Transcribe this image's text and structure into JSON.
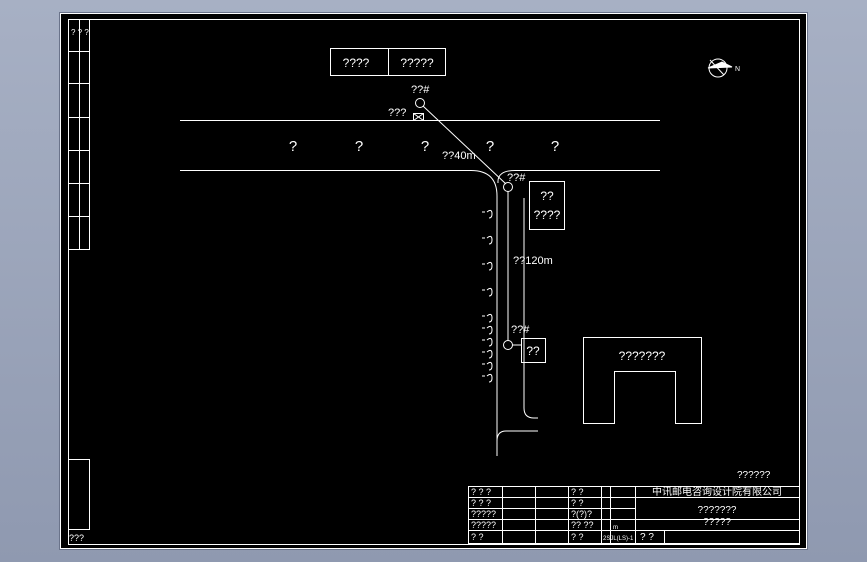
{
  "side_strip": {
    "top_text": "? ? ?",
    "bottom_label": "???"
  },
  "north_arrow": {
    "label": "N"
  },
  "top_boxes": [
    "????",
    "?????"
  ],
  "manhole_top": {
    "label": "??#"
  },
  "handhole": {
    "label": "???"
  },
  "road_chars": [
    "?",
    "?",
    "?",
    "?",
    "?"
  ],
  "span_top": {
    "label": "??40m"
  },
  "manhole_mid": {
    "label": "??#"
  },
  "building_small": {
    "line1": "??",
    "line2": "????"
  },
  "span_vertical": {
    "label": "??120m"
  },
  "manhole_low": {
    "label": "??#"
  },
  "box_low": {
    "label": "??"
  },
  "building_u": {
    "label": "???????"
  },
  "scale_note": "??????",
  "title_block": {
    "company": "中讯邮电咨询设计院有限公司",
    "drawing_title_1": "???????",
    "drawing_title_2": "?????",
    "rows": [
      [
        "? ? ?",
        "? ?"
      ],
      [
        "? ? ?",
        "? ?"
      ],
      [
        "?????",
        "?(?)?"
      ],
      [
        "?????",
        "?? ??"
      ],
      [
        "? ?",
        "? ?"
      ]
    ],
    "unit_label": "m",
    "drawing_no": "2SJL(LS)-1",
    "page_label": "? ?"
  },
  "colors": {
    "paper": "#000000",
    "line": "#ffffff",
    "frame_bg": "#9aa3ba"
  }
}
